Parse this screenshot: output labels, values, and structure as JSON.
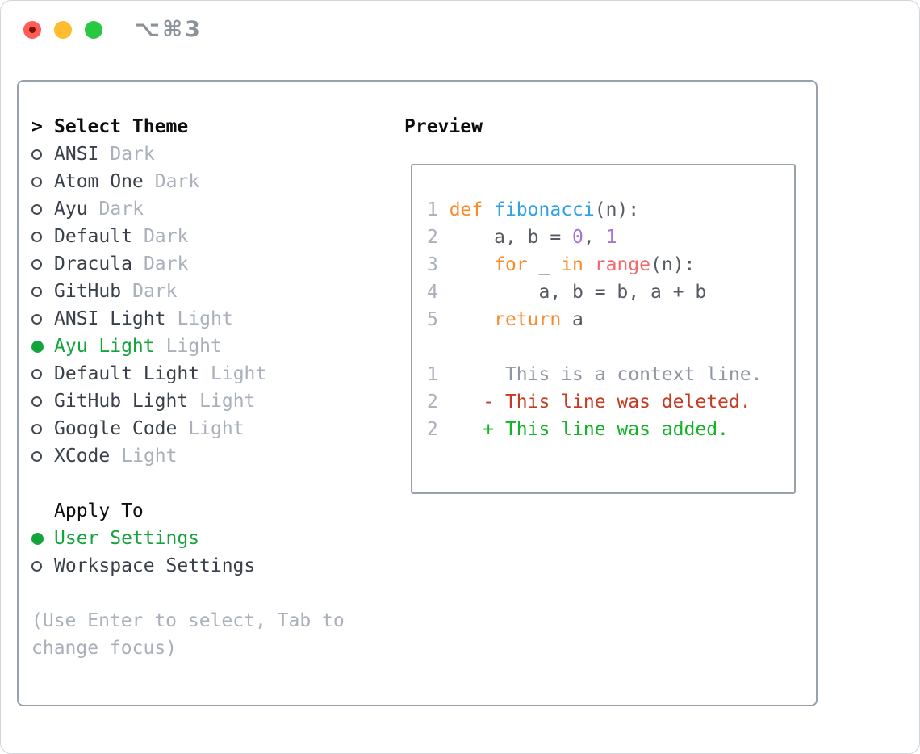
{
  "titlebar": {
    "title": "⌥⌘3"
  },
  "colors": {
    "accent_green": "#15a33e",
    "border": "#99a2ac",
    "text_primary": "#0b0d10",
    "text_list": "#3a4049",
    "text_muted": "#a9b0bb",
    "code_fg": "#565b63",
    "code_line_number": "#a9b0bb",
    "code_keyword": "#f98b28",
    "code_function": "#2fa2e7",
    "code_number": "#a475d4",
    "code_builtin": "#f2686c",
    "diff_context": "#8f97a1",
    "diff_deleted": "#c63a24",
    "diff_added": "#12b327",
    "traffic_red": "#ff5d55",
    "traffic_yellow": "#febc2e",
    "traffic_green": "#28c840",
    "title_text": "#8b9299"
  },
  "theme_panel": {
    "header_marker": ">",
    "header": "Select Theme",
    "themes": [
      {
        "name": "ANSI",
        "variant": "Dark",
        "selected": false
      },
      {
        "name": "Atom One",
        "variant": "Dark",
        "selected": false
      },
      {
        "name": "Ayu",
        "variant": "Dark",
        "selected": false
      },
      {
        "name": "Default",
        "variant": "Dark",
        "selected": false
      },
      {
        "name": "Dracula",
        "variant": "Dark",
        "selected": false
      },
      {
        "name": "GitHub",
        "variant": "Dark",
        "selected": false
      },
      {
        "name": "ANSI Light",
        "variant": "Light",
        "selected": false
      },
      {
        "name": "Ayu Light",
        "variant": "Light",
        "selected": true
      },
      {
        "name": "Default Light",
        "variant": "Light",
        "selected": false
      },
      {
        "name": "GitHub Light",
        "variant": "Light",
        "selected": false
      },
      {
        "name": "Google Code",
        "variant": "Light",
        "selected": false
      },
      {
        "name": "XCode",
        "variant": "Light",
        "selected": false
      }
    ],
    "apply_to": {
      "header": "Apply To",
      "options": [
        {
          "label": "User Settings",
          "selected": true
        },
        {
          "label": "Workspace Settings",
          "selected": false
        }
      ]
    },
    "hint_lines": [
      "(Use Enter to select, Tab to",
      "change focus)"
    ]
  },
  "preview": {
    "header": "Preview",
    "code_lines": [
      [
        {
          "t": "1 ",
          "c": "ln"
        },
        {
          "t": "def",
          "c": "kw"
        },
        {
          "t": " ",
          "c": "fg"
        },
        {
          "t": "fibonacci",
          "c": "fn"
        },
        {
          "t": "(n):",
          "c": "fg"
        }
      ],
      [
        {
          "t": "2 ",
          "c": "ln"
        },
        {
          "t": "    a, b = ",
          "c": "fg"
        },
        {
          "t": "0",
          "c": "num"
        },
        {
          "t": ", ",
          "c": "fg"
        },
        {
          "t": "1",
          "c": "num"
        }
      ],
      [
        {
          "t": "3 ",
          "c": "ln"
        },
        {
          "t": "    ",
          "c": "fg"
        },
        {
          "t": "for",
          "c": "kw"
        },
        {
          "t": " _ ",
          "c": "fg"
        },
        {
          "t": "in",
          "c": "kw"
        },
        {
          "t": " ",
          "c": "fg"
        },
        {
          "t": "range",
          "c": "rng"
        },
        {
          "t": "(n):",
          "c": "fg"
        }
      ],
      [
        {
          "t": "4 ",
          "c": "ln"
        },
        {
          "t": "        a, b = b, a + b",
          "c": "fg"
        }
      ],
      [
        {
          "t": "5 ",
          "c": "ln"
        },
        {
          "t": "    ",
          "c": "fg"
        },
        {
          "t": "return",
          "c": "kw"
        },
        {
          "t": " a",
          "c": "fg"
        }
      ],
      [],
      [
        {
          "t": "1 ",
          "c": "ln"
        },
        {
          "t": "     This is a context line.",
          "c": "ctx"
        }
      ],
      [
        {
          "t": "2 ",
          "c": "ln"
        },
        {
          "t": "   - This line was deleted.",
          "c": "del"
        }
      ],
      [
        {
          "t": "2 ",
          "c": "ln"
        },
        {
          "t": "   + This line was added.",
          "c": "add"
        }
      ]
    ]
  }
}
